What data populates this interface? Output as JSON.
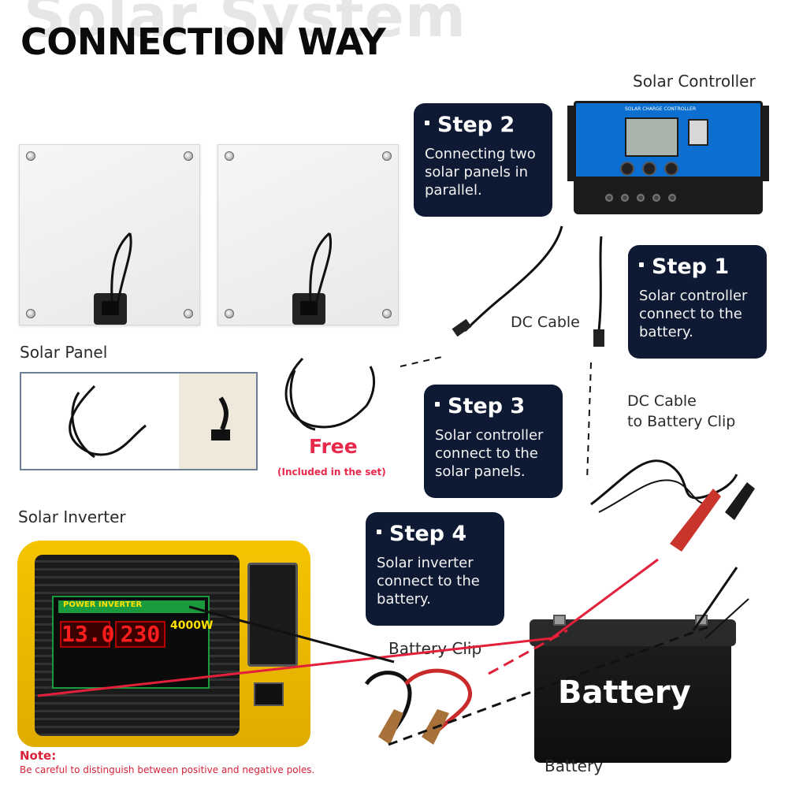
{
  "header": {
    "watermark": "Solar System",
    "title": "CONNECTION WAY"
  },
  "labels": {
    "solar_controller": "Solar Controller",
    "solar_panel": "Solar Panel",
    "dc_cable": "DC Cable",
    "dc_cable_battery_line1": "DC Cable",
    "dc_cable_battery_line2": "to Battery Clip",
    "solar_inverter": "Solar Inverter",
    "battery_clip": "Battery Clip",
    "battery": "Battery"
  },
  "steps": [
    {
      "title": "Step 1",
      "desc": [
        "Solar controller",
        "connect to the",
        "battery."
      ]
    },
    {
      "title": "Step 2",
      "desc": [
        "Connecting two",
        "solar panels in",
        "parallel."
      ]
    },
    {
      "title": "Step 3",
      "desc": [
        "Solar controller",
        "connect to the",
        "solar panels."
      ]
    },
    {
      "title": "Step 4",
      "desc": [
        "Solar inverter",
        "connect to the",
        "battery."
      ]
    }
  ],
  "free": {
    "title": "Free",
    "subtitle": "(Included in the set)"
  },
  "controller": {
    "strip_text": "SOLAR CHARGE CONTROLLER"
  },
  "inverter": {
    "panel_title": "POWER INVERTER",
    "display_left": "13.0",
    "display_right": "230",
    "wattage": "4000W"
  },
  "battery_product": {
    "text": "Battery"
  },
  "note": {
    "title": "Note:",
    "text": "Be careful to distinguish between positive and negative poles."
  },
  "colors": {
    "step_bg": "#0e1a33",
    "free_red": "#e8294c",
    "note_red": "#d8223a",
    "wire_red": "#e2203a",
    "inverter_yellow": "#f5c400"
  }
}
